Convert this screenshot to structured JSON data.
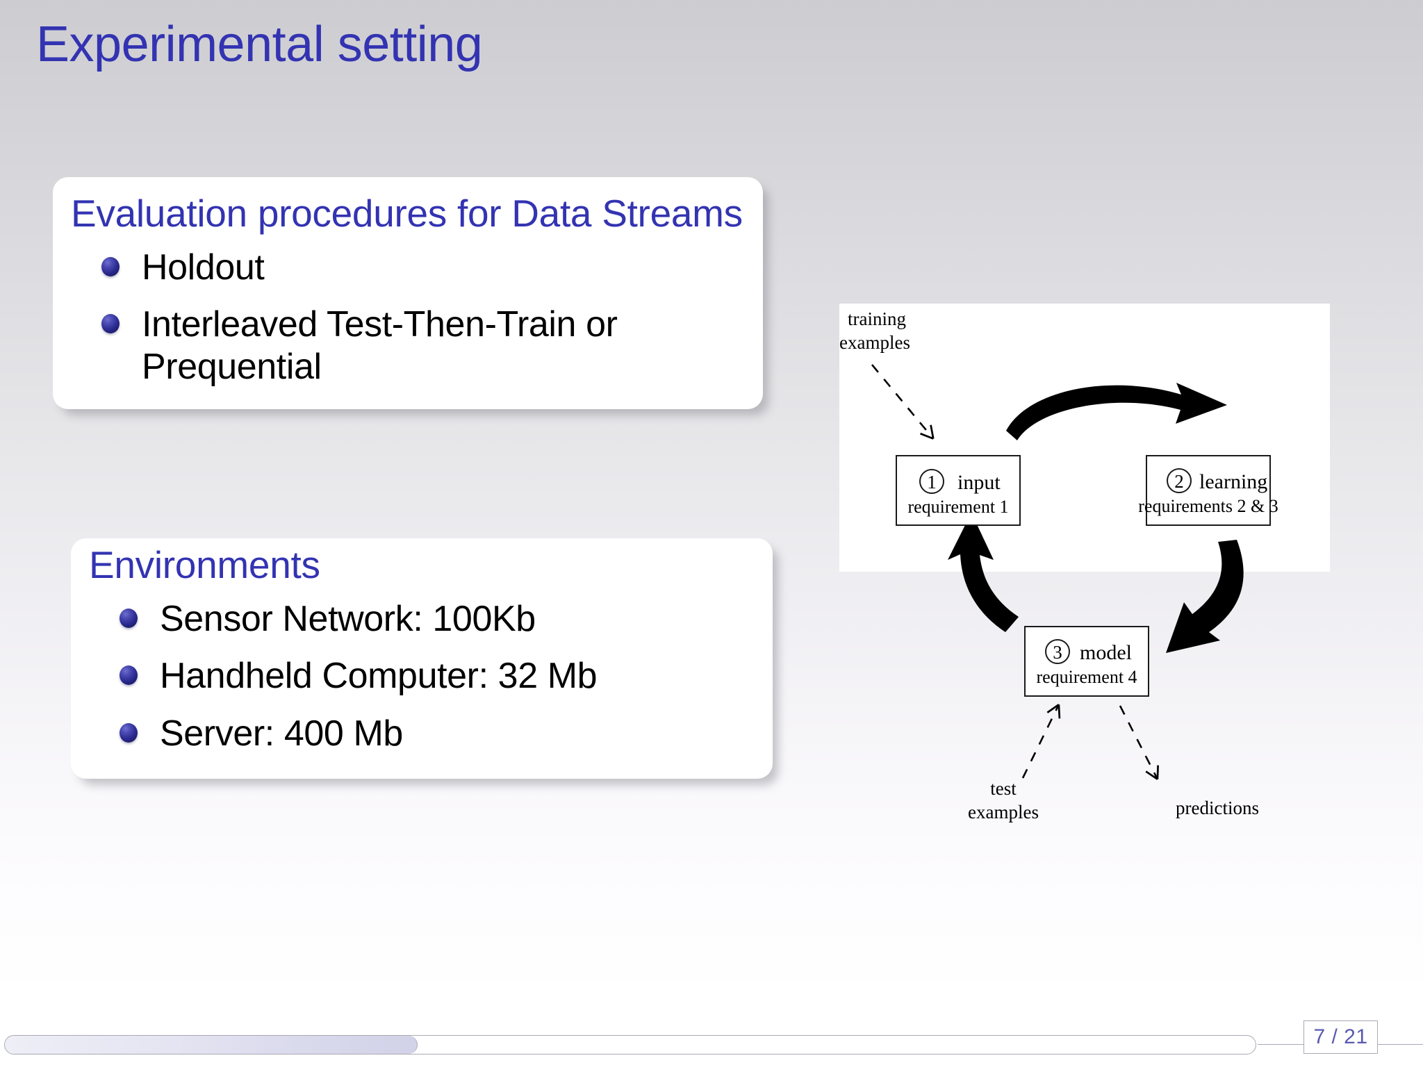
{
  "slide": {
    "title": "Experimental setting",
    "title_color": "#3333b2",
    "body_text_color": "#000000",
    "background_top_color": "#cdcdd1",
    "background_bottom_color": "#ffffff"
  },
  "blocks": [
    {
      "title": "Evaluation procedures for Data Streams",
      "items": [
        "Holdout",
        "Interleaved Test-Then-Train or Prequential"
      ]
    },
    {
      "title": "Environments",
      "items": [
        "Sensor Network: 100Kb",
        "Handheld Computer: 32 Mb",
        "Server: 400 Mb"
      ]
    }
  ],
  "diagram": {
    "type": "cycle-flow",
    "panel_background": "#ffffff",
    "nodes": [
      {
        "id": "input",
        "number": "1",
        "title": "input",
        "subtitle": "requirement 1"
      },
      {
        "id": "learning",
        "number": "2",
        "title": "learning",
        "subtitle": "requirements 2 & 3"
      },
      {
        "id": "model",
        "number": "3",
        "title": "model",
        "subtitle": "requirement 4"
      }
    ],
    "external_labels": [
      {
        "id": "training-examples",
        "line1": "training",
        "line2": "examples"
      },
      {
        "id": "test-examples",
        "line1": "test",
        "line2": "examples"
      },
      {
        "id": "predictions",
        "line1": "predictions",
        "line2": ""
      }
    ],
    "edges": [
      {
        "from": "input",
        "to": "learning",
        "style": "solid-thick"
      },
      {
        "from": "learning",
        "to": "model",
        "style": "solid-thick"
      },
      {
        "from": "model",
        "to": "input",
        "style": "solid-thick"
      },
      {
        "from": "training-examples",
        "to": "input",
        "style": "dashed"
      },
      {
        "from": "test-examples",
        "to": "model",
        "style": "dashed"
      },
      {
        "from": "model",
        "to": "predictions",
        "style": "dashed"
      }
    ]
  },
  "footer": {
    "page_number": "7 / 21",
    "progress_percent": 33,
    "page_number_color": "#5a5ab0",
    "rule_color": "#a9a9b4"
  }
}
